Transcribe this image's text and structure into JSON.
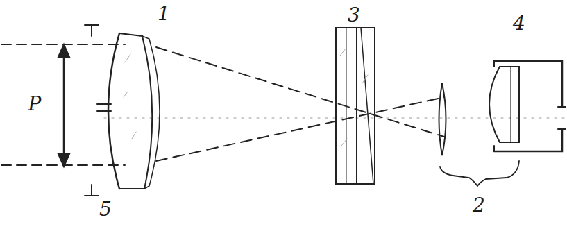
{
  "diagram": {
    "labels": [
      "1",
      "3",
      "4",
      "P",
      "5",
      "2"
    ]
  }
}
